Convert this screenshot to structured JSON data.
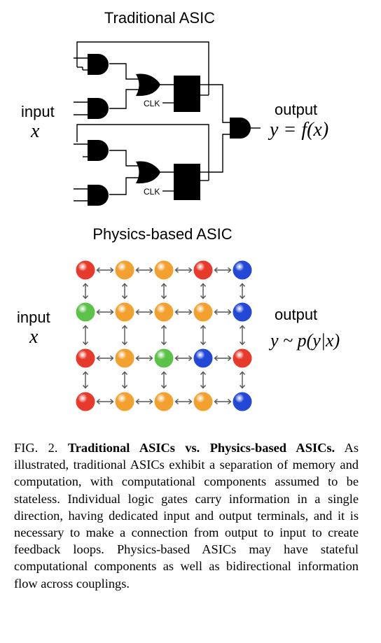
{
  "panel_top": {
    "title": "Traditional ASIC",
    "input_label": "input",
    "input_var": "x",
    "output_label": "output",
    "output_expr": "y = f(x)",
    "clk_label": "CLK"
  },
  "panel_bottom": {
    "title": "Physics-based ASIC",
    "input_label": "input",
    "input_var": "x",
    "output_label": "output",
    "output_expr": "y ~ p(y|x)"
  },
  "grid": {
    "rows": [
      [
        "red",
        "orange",
        "orange",
        "red",
        "blue"
      ],
      [
        "green",
        "orange",
        "orange",
        "orange",
        "blue"
      ],
      [
        "red",
        "orange",
        "green",
        "blue",
        "red"
      ],
      [
        "red",
        "orange",
        "orange",
        "orange",
        "blue"
      ]
    ],
    "colors": {
      "red": "#e53a2c",
      "orange": "#f2a030",
      "green": "#5cc24a",
      "blue": "#2348d6"
    }
  },
  "caption": {
    "label": "FIG. 2.",
    "title": "Traditional ASICs vs. Physics-based ASICs.",
    "text": "As illustrated, traditional ASICs exhibit a separation of memory and computation, with computational components assumed to be stateless. Individual logic gates carry information in a single direction, having dedicated input and output terminals, and it is necessary to make a connection from output to input to create feedback loops. Physics-based ASICs may have stateful computational components as well as bidirectional information flow across couplings."
  }
}
